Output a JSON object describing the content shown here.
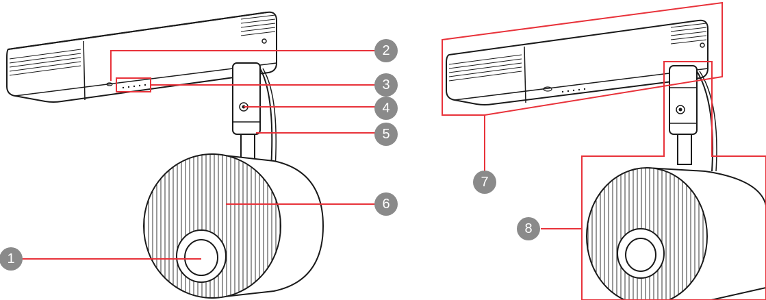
{
  "colors": {
    "callout_line": "#e8323a",
    "badge_fill": "#8a8a8a",
    "outline": "#1a1a1a",
    "body_fill": "#ffffff"
  },
  "callouts": [
    {
      "id": "1",
      "label": "1"
    },
    {
      "id": "2",
      "label": "2"
    },
    {
      "id": "3",
      "label": "3"
    },
    {
      "id": "4",
      "label": "4"
    },
    {
      "id": "5",
      "label": "5"
    },
    {
      "id": "6",
      "label": "6"
    },
    {
      "id": "7",
      "label": "7"
    },
    {
      "id": "8",
      "label": "8"
    }
  ]
}
